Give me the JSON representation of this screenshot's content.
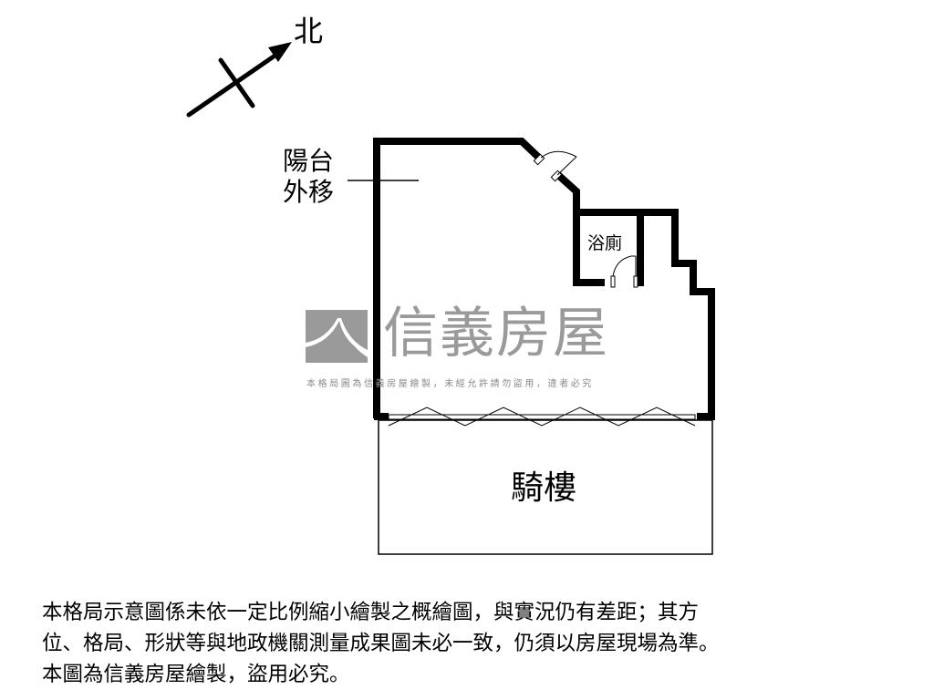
{
  "compass": {
    "label": "北",
    "icon": "north-arrow-icon"
  },
  "rooms": {
    "balcony_note": [
      "陽台",
      "外移"
    ],
    "bathroom": "浴廁",
    "arcade": "騎樓"
  },
  "watermark": {
    "brand": "信義房屋",
    "subtitle": "本格局圖為信義房屋繪製，未經允許請勿盜用，違者必究",
    "logo_color": "#9a9a9a"
  },
  "disclaimer": {
    "lines": [
      "本格局示意圖係未依一定比例縮小繪製之概繪圖，與實況仍有差距；其方",
      "位、格局、形狀等與地政機關測量成果圖未必一致，仍須以房屋現場為準。",
      "本圖為信義房屋繪製，盜用必究。"
    ]
  },
  "colors": {
    "wall": "#000000",
    "background": "#ffffff",
    "watermark": "#9a9a9a"
  }
}
